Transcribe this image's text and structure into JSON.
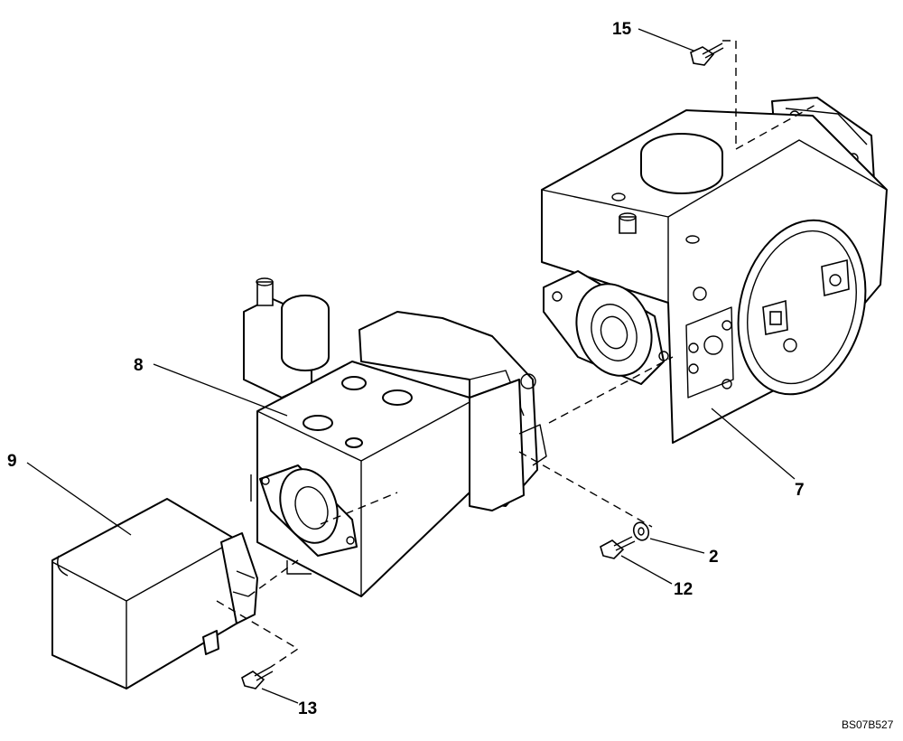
{
  "callouts": {
    "c15": "15",
    "c8": "8",
    "c9": "9",
    "c7": "7",
    "c2": "2",
    "c12": "12",
    "c13": "13"
  },
  "drawing_code": "BS07B527"
}
